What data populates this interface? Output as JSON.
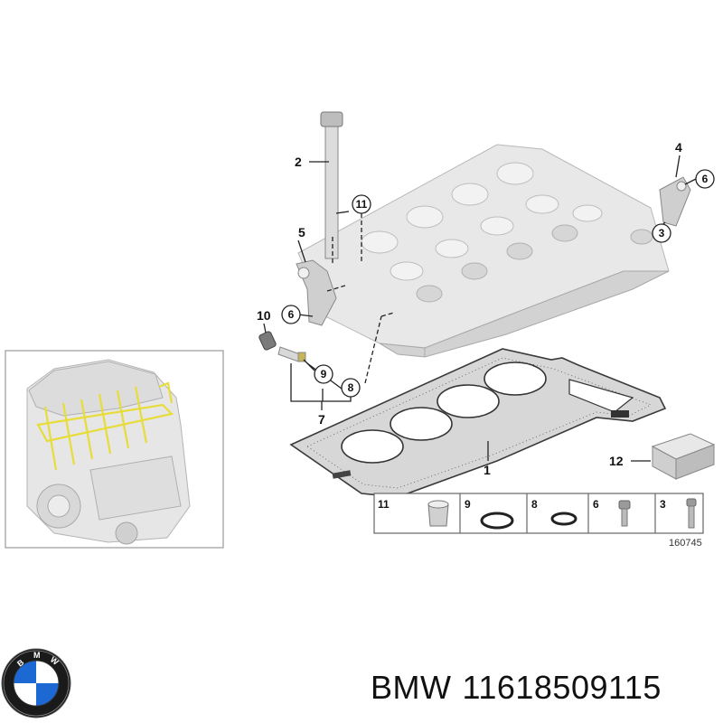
{
  "callouts": [
    "1",
    "2",
    "3",
    "4",
    "5",
    "6",
    "6",
    "7",
    "8",
    "9",
    "10",
    "11",
    "12"
  ],
  "legend": {
    "items": [
      {
        "number": "11",
        "icon": "sleeve-icon"
      },
      {
        "number": "9",
        "icon": "o-ring-large-icon"
      },
      {
        "number": "8",
        "icon": "o-ring-small-icon"
      },
      {
        "number": "6",
        "icon": "bolt-icon"
      },
      {
        "number": "3",
        "icon": "stud-bolt-icon"
      }
    ]
  },
  "diagram_id": "160745",
  "brand": {
    "logo_text": "BMW",
    "name": "BMW",
    "part_number": "11618509115",
    "colors": {
      "blue": "#1c69d4",
      "ring": "#111111"
    }
  },
  "highlight_color": "#e8dc3a"
}
